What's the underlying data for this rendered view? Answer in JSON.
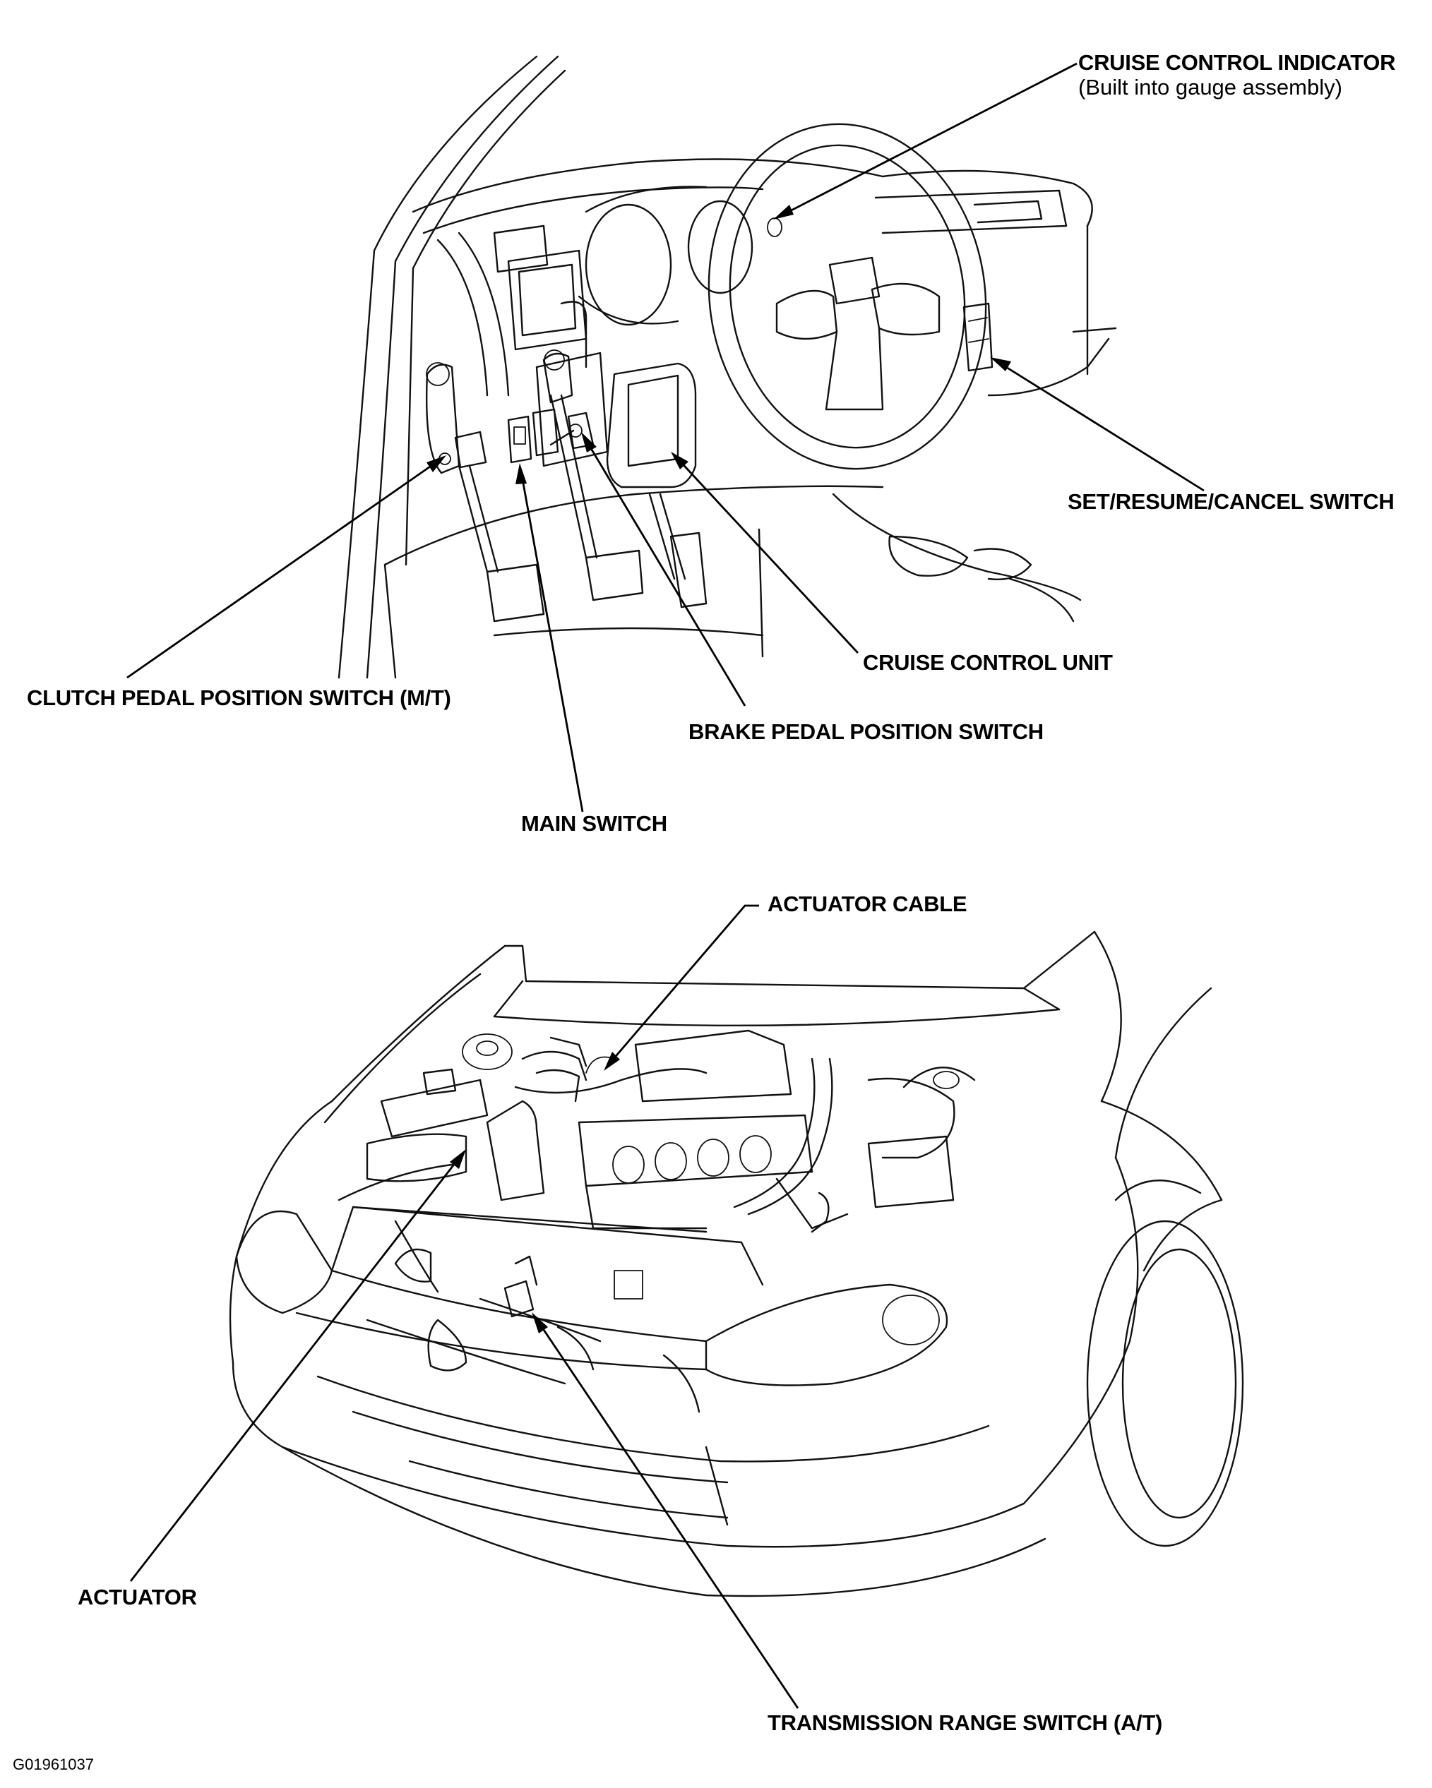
{
  "labels": {
    "cruise_control_indicator": "CRUISE CONTROL INDICATOR",
    "cruise_control_indicator_note": "(Built into gauge assembly)",
    "set_resume_cancel_switch": "SET/RESUME/CANCEL SWITCH",
    "cruise_control_unit": "CRUISE CONTROL UNIT",
    "clutch_pedal_position_switch": "CLUTCH PEDAL POSITION SWITCH (M/T)",
    "brake_pedal_position_switch": "BRAKE PEDAL POSITION SWITCH",
    "main_switch": "MAIN SWITCH",
    "actuator_cable": "ACTUATOR CABLE",
    "actuator": "ACTUATOR",
    "transmission_range_switch": "TRANSMISSION RANGE SWITCH (A/T)"
  },
  "figure_id": "G01961037"
}
